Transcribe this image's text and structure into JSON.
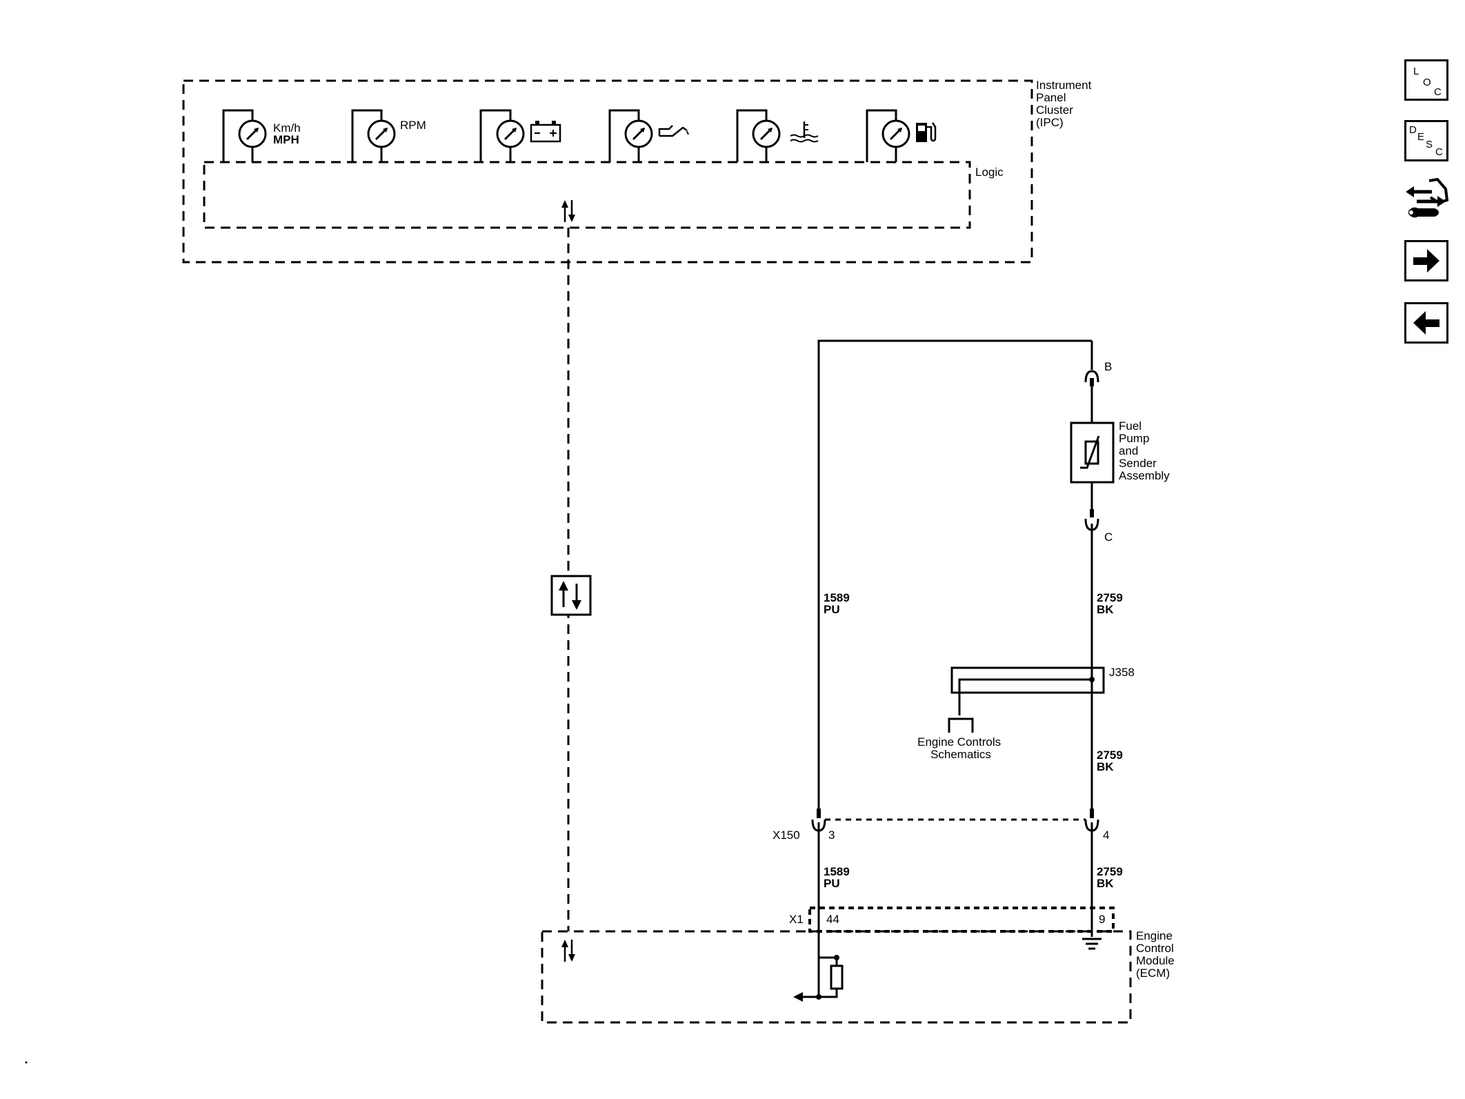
{
  "ipc": {
    "title_lines": [
      "Instrument",
      "Panel",
      "Cluster",
      "(IPC)"
    ],
    "logic_label": "Logic",
    "gauges": [
      {
        "icon": "speedometer-gauge-icon",
        "text_lines": [
          "Km/h",
          "MPH"
        ]
      },
      {
        "icon": "tachometer-gauge-icon",
        "text_lines": [
          "RPM"
        ]
      },
      {
        "icon": "battery-gauge-icon",
        "text_lines": []
      },
      {
        "icon": "oil-pressure-gauge-icon",
        "text_lines": []
      },
      {
        "icon": "coolant-temperature-gauge-icon",
        "text_lines": []
      },
      {
        "icon": "fuel-gauge-icon",
        "text_lines": []
      }
    ]
  },
  "fuel_sender": {
    "label_lines": [
      "Fuel",
      "Pump",
      "and",
      "Sender",
      "Assembly"
    ],
    "terminal_top": "B",
    "terminal_bottom": "C"
  },
  "wires": {
    "w1589_upper": {
      "circuit": "1589",
      "color": "PU"
    },
    "w2759_upper": {
      "circuit": "2759",
      "color": "BK"
    },
    "w2759_middle": {
      "circuit": "2759",
      "color": "BK"
    },
    "w1589_lower": {
      "circuit": "1589",
      "color": "PU"
    },
    "w2759_lower": {
      "circuit": "2759",
      "color": "BK"
    }
  },
  "splice": {
    "id": "J358",
    "ref_lines": [
      "Engine Controls",
      "Schematics"
    ]
  },
  "x150": {
    "name": "X150",
    "pin_left": "3",
    "pin_right": "4"
  },
  "x1": {
    "name": "X1",
    "pin_left": "44",
    "pin_right": "9"
  },
  "ecm": {
    "title_lines": [
      "Engine",
      "Control",
      "Module",
      "(ECM)"
    ]
  },
  "nav": {
    "loc": {
      "letters": [
        "L",
        "O",
        "C"
      ]
    },
    "desc": {
      "letters": [
        "D",
        "E",
        "S",
        "C"
      ]
    },
    "items": [
      "location-button",
      "description-button",
      "connector-end-view-button",
      "next-page-button",
      "previous-page-button"
    ]
  },
  "colors": {
    "line": "#000000",
    "background": "#ffffff"
  }
}
